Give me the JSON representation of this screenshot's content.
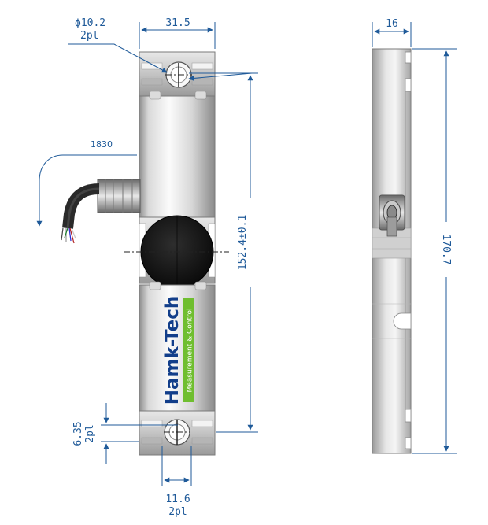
{
  "dimensions": {
    "hole_diameter": "ϕ10.2",
    "hole_count_top": "2pl",
    "width": "31.5",
    "cable_length": "1830",
    "hole_pitch": "152.4±0.1",
    "edge_offset": "6.35",
    "edge_offset_count": "2pl",
    "slot_width": "11.6",
    "slot_count": "2pl",
    "thickness": "16",
    "total_length": "170.7"
  },
  "brand": {
    "name": "Hamk-Tech",
    "tagline": "Measurement & Control"
  },
  "colors": {
    "dimension": "#1f5a99",
    "brand_text": "#123e8a",
    "brand_tag": "#6fbe2f",
    "seal": "#141414"
  }
}
